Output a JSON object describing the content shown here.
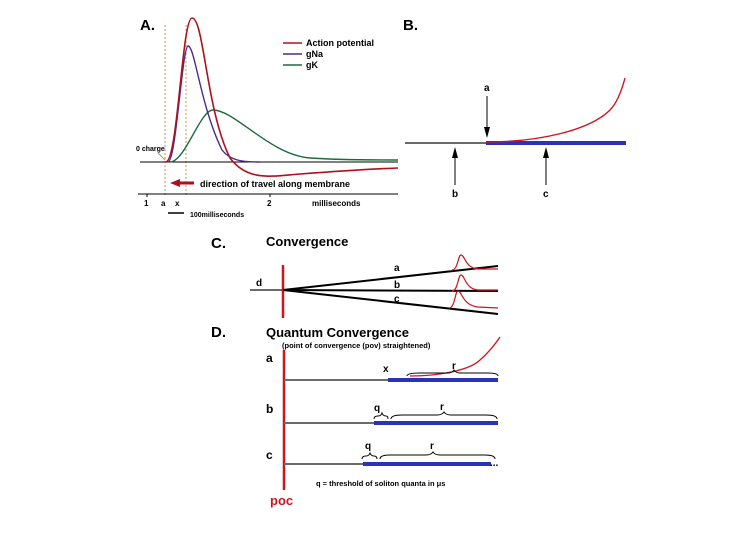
{
  "panel_a": {
    "label": "A.",
    "legend": [
      {
        "name": "Action potential",
        "color": "#b0101c"
      },
      {
        "name": "gNa",
        "color": "#4b2a8c"
      },
      {
        "name": "gK",
        "color": "#1e6b3c"
      }
    ],
    "zero_charge_label": "0 charge",
    "direction_label": "direction of travel along membrane",
    "tick_labels": [
      "1",
      "a",
      "x",
      "2"
    ],
    "axis_label": "milliseconds",
    "scale_bar_label": "100milliseconds"
  },
  "panel_b": {
    "label": "B.",
    "arrow_labels": {
      "a": "a",
      "b": "b",
      "c": "c"
    }
  },
  "panel_c": {
    "label": "C.",
    "title": "Convergence",
    "left_label": "d",
    "line_labels": [
      "a",
      "b",
      "c"
    ]
  },
  "panel_d": {
    "label": "D.",
    "title": "Quantum Convergence",
    "subtitle": "(point of convergence (pov) straightened)",
    "row_labels": [
      "a",
      "b",
      "c"
    ],
    "x_label": "x",
    "q_label": "q",
    "r_label": "r",
    "dots": "...",
    "footnote": "q = threshold of soliton quanta in μs",
    "poc_label": "poc"
  },
  "colors": {
    "red": "#d0141c",
    "blue": "#2a33b8",
    "gray_line": "#6b6b6b"
  }
}
